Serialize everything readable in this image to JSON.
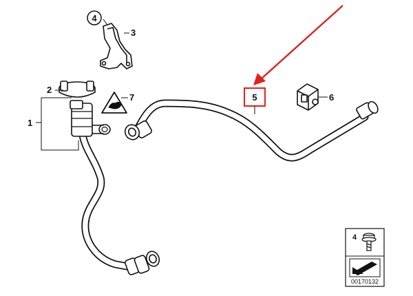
{
  "callouts": [
    {
      "id": "1",
      "text": "1"
    },
    {
      "id": "2",
      "text": "2"
    },
    {
      "id": "3",
      "text": "3"
    },
    {
      "id": "4",
      "text": "4"
    },
    {
      "id": "5",
      "text": "5"
    },
    {
      "id": "6",
      "text": "6"
    },
    {
      "id": "7",
      "text": "7"
    }
  ],
  "inset": {
    "callout": "4",
    "catalog_number": "00170132"
  },
  "colors": {
    "line": "#111111",
    "highlight": "#e3201b",
    "background": "#ffffff"
  }
}
